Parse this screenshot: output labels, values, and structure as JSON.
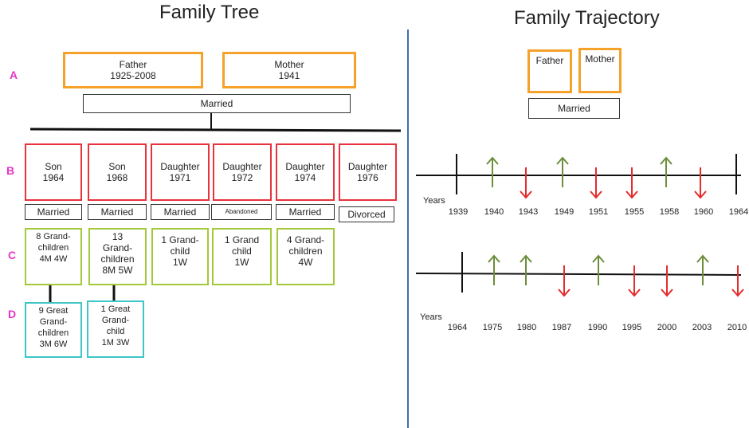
{
  "family_tree": {
    "title": "Family Tree",
    "generations": [
      "A",
      "B",
      "C",
      "D"
    ],
    "parents": [
      {
        "text": "Father\n1925-2008"
      },
      {
        "text": "Mother\n1941"
      }
    ],
    "married": "Married",
    "children": [
      {
        "text": "Son\n1964",
        "status": "Married"
      },
      {
        "text": "Son\n1968",
        "status": "Married"
      },
      {
        "text": "Daughter\n1971",
        "status": "Married"
      },
      {
        "text": "Daughter\n1972",
        "status": "Abandoned"
      },
      {
        "text": "Daughter\n1974",
        "status": "Married"
      },
      {
        "text": "Daughter\n1976",
        "status": "Divorced"
      }
    ],
    "grandchildren": [
      {
        "text": "8 Grand-\nchildren\n4M      4W"
      },
      {
        "text": "13\nGrand-\nchildren\n8M    5W"
      },
      {
        "text": "1 Grand-\nchild\n1W"
      },
      {
        "text": "1 Grand\nchild\n1W"
      },
      {
        "text": "4 Grand-\nchildren\n4W"
      }
    ],
    "great_grandchildren": [
      {
        "text": "9 Great\nGrand-\nchildren\n3M    6W"
      },
      {
        "text": "1 Great\nGrand-\nchild\n1M   3W"
      }
    ]
  },
  "trajectory": {
    "title": "Family Trajectory",
    "father": "Father",
    "mother": "Mother",
    "married": "Married",
    "colors": {
      "up": "#6b8e3a",
      "down": "#e52b2b"
    },
    "timelines": [
      {
        "years_label": "Years",
        "start": 1939,
        "end": 1964,
        "ticks": [
          "1939",
          "1940",
          "1943",
          "1949",
          "1951",
          "1955",
          "1958",
          "1960",
          "1964"
        ],
        "events": [
          {
            "year": 1940,
            "dir": "up"
          },
          {
            "year": 1943,
            "dir": "down"
          },
          {
            "year": 1949,
            "dir": "up"
          },
          {
            "year": 1951,
            "dir": "down"
          },
          {
            "year": 1955,
            "dir": "down"
          },
          {
            "year": 1958,
            "dir": "up"
          },
          {
            "year": 1960,
            "dir": "down"
          }
        ]
      },
      {
        "years_label": "Years",
        "start": 1964,
        "end": 2010,
        "ticks": [
          "1964",
          "1975",
          "1980",
          "1987",
          "1990",
          "1995",
          "2000",
          "2003",
          "2010"
        ],
        "events": [
          {
            "year": 1975,
            "dir": "up"
          },
          {
            "year": 1980,
            "dir": "up"
          },
          {
            "year": 1987,
            "dir": "down"
          },
          {
            "year": 1990,
            "dir": "up"
          },
          {
            "year": 1995,
            "dir": "down"
          },
          {
            "year": 2000,
            "dir": "down"
          },
          {
            "year": 2003,
            "dir": "up"
          },
          {
            "year": 2010,
            "dir": "down"
          }
        ]
      }
    ]
  }
}
